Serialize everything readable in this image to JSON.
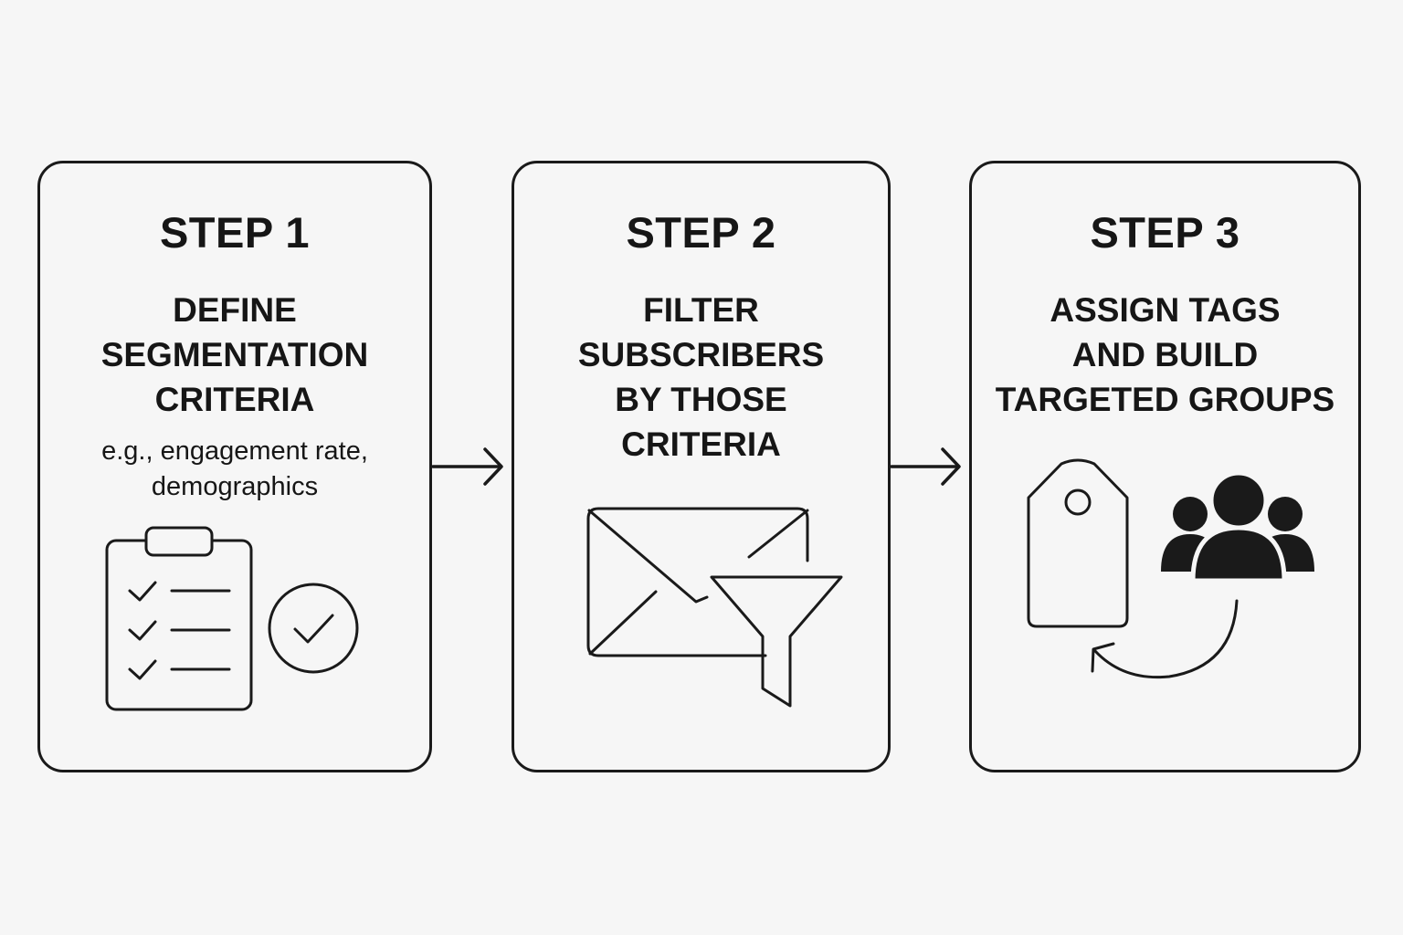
{
  "steps": [
    {
      "title": "STEP 1",
      "heading_lines": [
        "DEFINE",
        "SEGMENTATION",
        "CRITERIA"
      ],
      "subtext_lines": [
        "e.g., engagement rate,",
        "demographics"
      ],
      "icons": [
        "clipboard-checklist-icon",
        "check-circle-icon"
      ]
    },
    {
      "title": "STEP 2",
      "heading_lines": [
        "FILTER",
        "SUBSCRIBERS",
        "BY THOSE",
        "CRITERIA"
      ],
      "icons": [
        "envelope-icon",
        "funnel-icon"
      ]
    },
    {
      "title": "STEP 3",
      "heading_lines": [
        "ASSIGN TAGS",
        "AND BUILD",
        "TARGETED GROUPS"
      ],
      "icons": [
        "tag-icon",
        "group-icon",
        "curved-arrow-icon"
      ]
    }
  ],
  "connectors": [
    "arrow-right-icon",
    "arrow-right-icon"
  ],
  "colors": {
    "background": "#f6f6f6",
    "stroke": "#1a1a1a",
    "text": "#161616"
  }
}
